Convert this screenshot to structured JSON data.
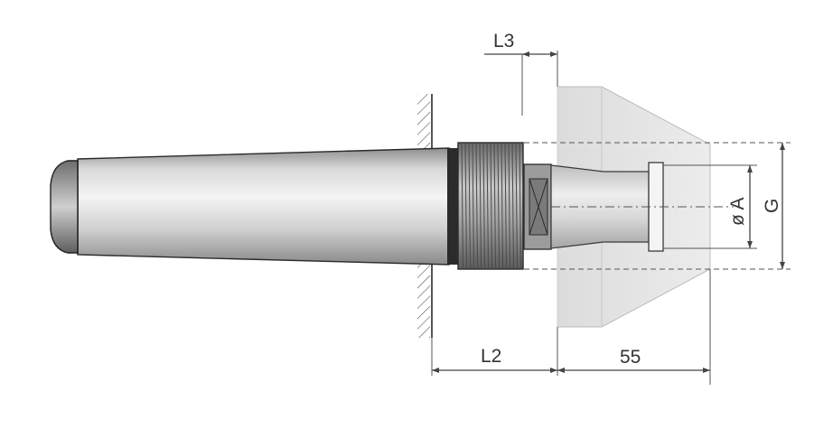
{
  "diagram": {
    "labels": {
      "l3": "L3",
      "l2": "L2",
      "length_55": "55",
      "diameter_a": "ø A",
      "g": "G"
    },
    "colors": {
      "background": "#ffffff",
      "metal_light": "#e6e6e6",
      "metal_mid": "#c9c9c9",
      "metal_dark": "#9a9a9a",
      "outline": "#2a2a2a",
      "thread": "#5b5b5b",
      "dimension": "#444444"
    }
  }
}
